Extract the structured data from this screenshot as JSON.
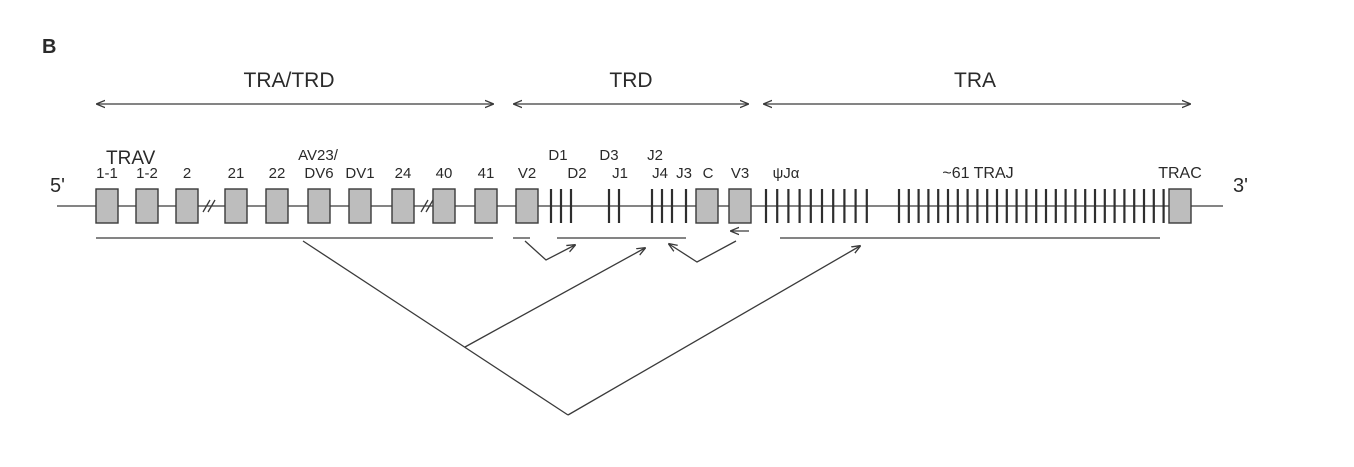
{
  "panel_label": "B",
  "regions": {
    "tra_trd": "TRA/TRD",
    "trd": "TRD",
    "tra": "TRA"
  },
  "ends": {
    "five_prime": "5'",
    "three_prime": "3'"
  },
  "labels": {
    "trav": "TRAV",
    "v1_1": "1-1",
    "v1_2": "1-2",
    "v2": "2",
    "v21": "21",
    "v22": "22",
    "av23": "AV23/",
    "dv6": "DV6",
    "dv1": "DV1",
    "v24": "24",
    "v40": "40",
    "v41": "41",
    "trdv2": "V2",
    "d1": "D1",
    "d2": "D2",
    "d3": "D3",
    "j1": "J1",
    "j2": "J2",
    "j4": "J4",
    "j3": "J3",
    "c": "C",
    "trdv3": "V3",
    "psi_ja": "ψJα",
    "traj": "~61 TRAJ",
    "trac": "TRAC"
  }
}
